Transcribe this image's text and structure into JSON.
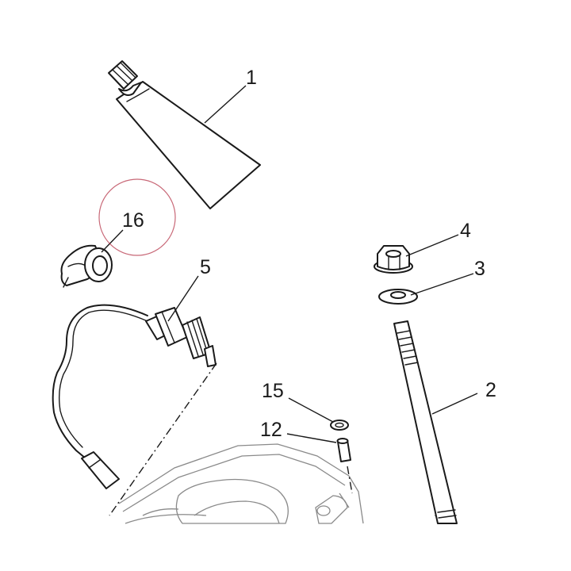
{
  "callouts": {
    "c1": "1",
    "c2": "2",
    "c3": "3",
    "c4": "4",
    "c5": "5",
    "c12": "12",
    "c15": "15",
    "c16": "16"
  },
  "highlight": {
    "target": "16",
    "color": "#b5364a"
  }
}
